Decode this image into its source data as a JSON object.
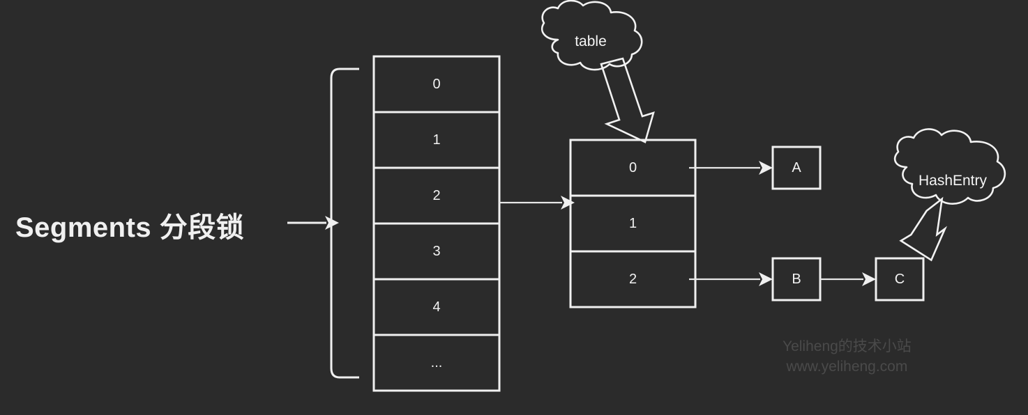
{
  "diagram": {
    "title": "ConcurrentHashMap Segments structure",
    "background_color": "#2b2b2b",
    "stroke_color": "#f0f0f0"
  },
  "main_label": {
    "text": "Segments 分段锁"
  },
  "segments_table": {
    "name": "segments-array",
    "cells": [
      {
        "label": "0"
      },
      {
        "label": "1"
      },
      {
        "label": "2"
      },
      {
        "label": "3"
      },
      {
        "label": "4"
      },
      {
        "label": "..."
      }
    ]
  },
  "hash_table": {
    "name": "table-array",
    "cells": [
      {
        "label": "0"
      },
      {
        "label": "1"
      },
      {
        "label": "2"
      }
    ]
  },
  "entries": [
    {
      "label": "A"
    },
    {
      "label": "B"
    },
    {
      "label": "C"
    }
  ],
  "callouts": [
    {
      "name": "table-cloud",
      "text": "table"
    },
    {
      "name": "hashentry-cloud",
      "text": "HashEntry"
    }
  ],
  "watermark": {
    "line1": "Yeliheng的技术小站",
    "line2": "www.yeliheng.com",
    "color": "#4a4a4a"
  },
  "icons": {
    "brace": "left-curly-brace-icon",
    "arrow": "arrow-right-icon",
    "block_arrow": "block-arrow-icon",
    "cloud": "cloud-callout-icon"
  }
}
